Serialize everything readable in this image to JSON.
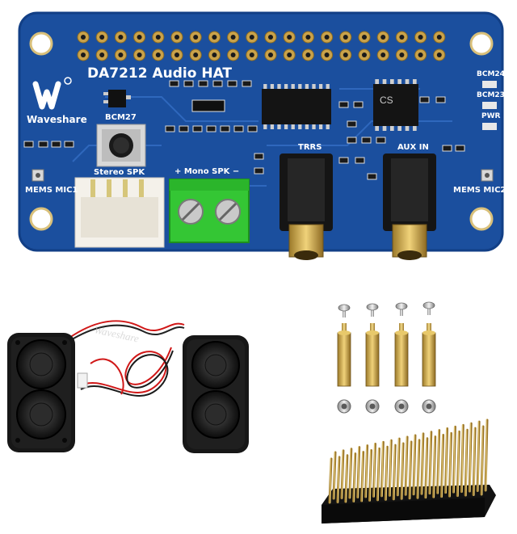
{
  "board": {
    "title": "DA7212 Audio HAT",
    "brand": "Waveshare",
    "labels": {
      "bcm27": "BCM27",
      "bcm24": "BCM24",
      "bcm23": "BCM23",
      "pwr": "PWR",
      "stereo_spk": "Stereo SPK",
      "mono_spk": "+ Mono SPK −",
      "trrs": "TRRS",
      "aux_in": "AUX IN",
      "mems_mic1": "MEMS MIC1",
      "mems_mic2": "MEMS MIC2",
      "chip_mark": "CS"
    }
  },
  "watermark": "Waveshare",
  "colors": {
    "pcb": "#1b4f9e",
    "pcb_edge": "#123f86",
    "gold": "#c9a24a",
    "terminal": "#33cc33",
    "speaker": "#1a1a1a",
    "wire_red": "#d01818",
    "header_black": "#111111"
  },
  "icons": {
    "logo": "waveshare-logo-icon"
  }
}
